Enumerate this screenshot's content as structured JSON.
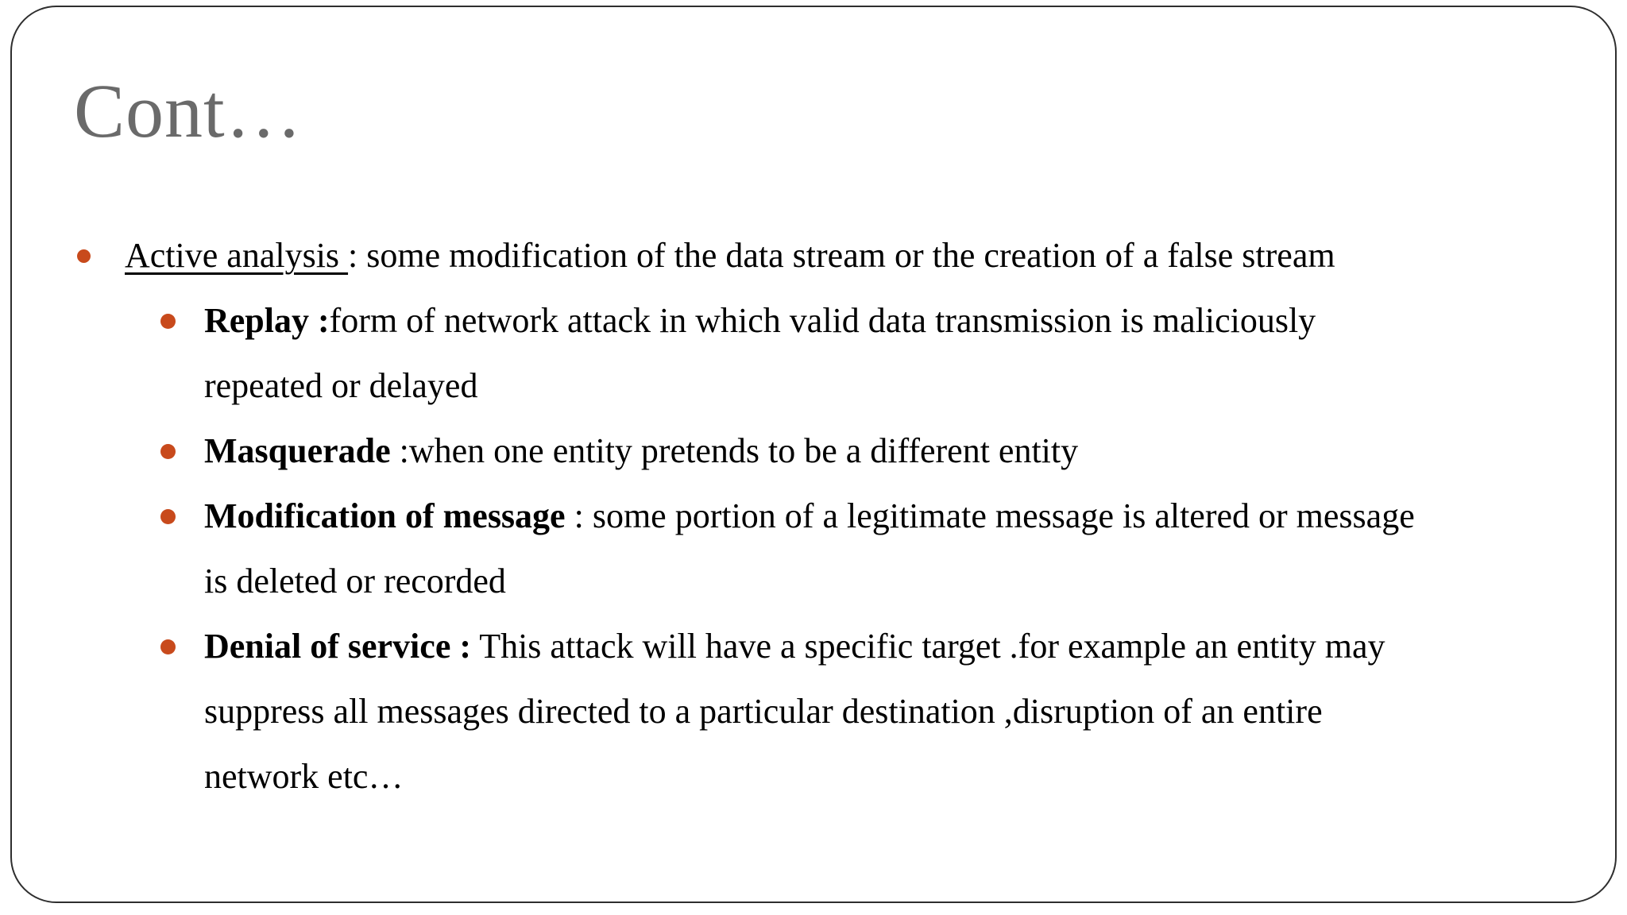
{
  "slide": {
    "title": "Cont…",
    "colors": {
      "background": "#ffffff",
      "border": "#2e2e2e",
      "title": "#6a6a6a",
      "text": "#000000",
      "bullet": "#c84a1c"
    },
    "bullets": [
      {
        "level": 1,
        "runs": [
          {
            "text": "Active analysis ",
            "underline": true
          },
          {
            "text": ": some modification of the data stream or the creation of a false stream"
          }
        ]
      },
      {
        "level": 2,
        "runs": [
          {
            "text": "Replay :",
            "bold": true
          },
          {
            "text": "form of network attack in which valid data transmission is maliciously",
            "br_after": true
          },
          {
            "text": "repeated or delayed"
          }
        ]
      },
      {
        "level": 2,
        "runs": [
          {
            "text": "Masquerade",
            "bold": true
          },
          {
            "text": " :when one entity pretends to be a different entity"
          }
        ]
      },
      {
        "level": 2,
        "runs": [
          {
            "text": "Modification of message",
            "bold": true
          },
          {
            "text": " : some portion of a legitimate message is altered or message",
            "br_after": true
          },
          {
            "text": "is deleted or recorded"
          }
        ]
      },
      {
        "level": 2,
        "runs": [
          {
            "text": "Denial of service :",
            "bold": true
          },
          {
            "text": " This attack will have a specific target .for example an entity may",
            "br_after": true
          },
          {
            "text": "suppress all messages directed to a particular destination ,disruption of an entire",
            "br_after": true
          },
          {
            "text": "network etc…"
          }
        ]
      }
    ]
  }
}
